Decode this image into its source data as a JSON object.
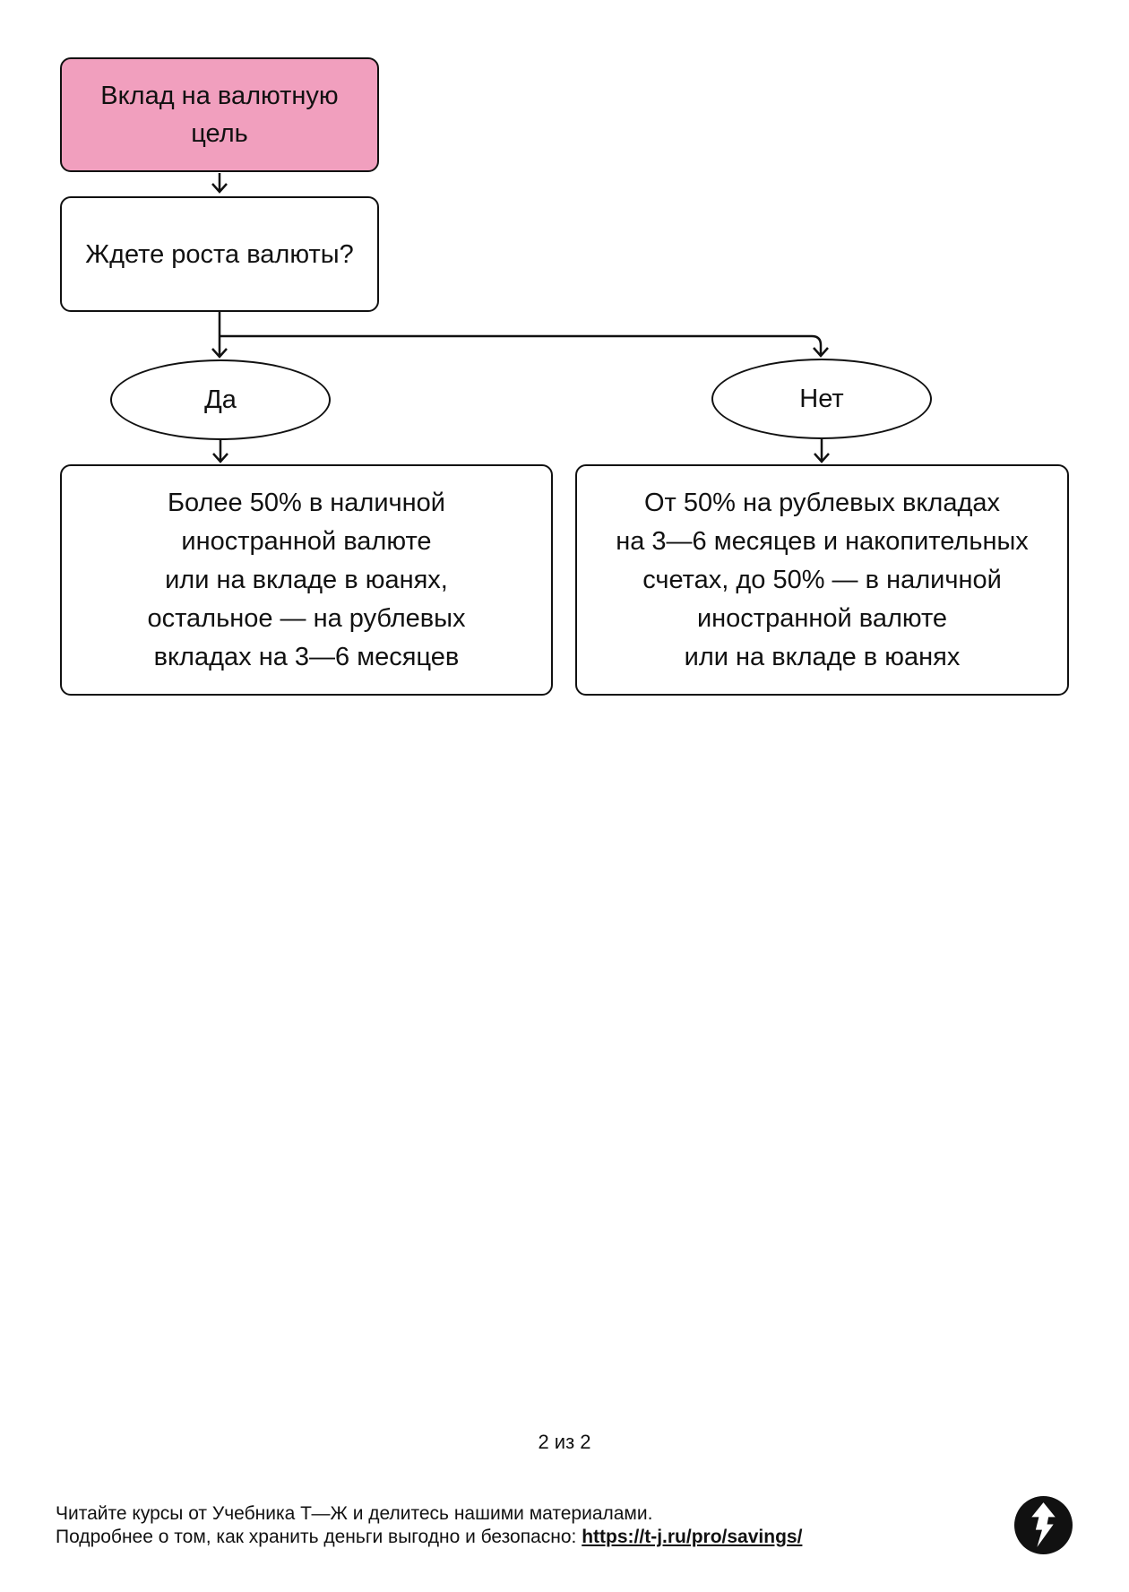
{
  "page": {
    "background": "#ffffff",
    "page_number": "2 из 2"
  },
  "flowchart": {
    "accent_pink": "#F19FBE",
    "line_color": "#111111",
    "nodes": {
      "start": {
        "label": "Вклад на валютную\nцель",
        "type": "start",
        "fill": "#F19FBE"
      },
      "question": {
        "label": "Ждете роста валюты?",
        "type": "decision",
        "fill": "#ffffff"
      },
      "yes": {
        "label": "Да",
        "type": "branch",
        "fill": "#ffffff"
      },
      "no": {
        "label": "Нет",
        "type": "branch",
        "fill": "#ffffff"
      },
      "yes_result": {
        "label": "Более 50% в наличной\nиностранной валюте\nили на вкладе в юанях,\nостальное — на рублевых\nвкладах на 3—6 месяцев",
        "type": "result",
        "fill": "#ffffff"
      },
      "no_result": {
        "label": "От 50% на рублевых вкладах\nна 3—6 месяцев и накопительных\nсчетах, до 50% — в наличной\nиностранной валюте\nили на вкладе в юанях",
        "type": "result",
        "fill": "#ffffff"
      }
    }
  },
  "footer": {
    "line1": "Читайте курсы от Учебника Т—Ж и делитесь нашими материалами.",
    "line2_prefix": "Подробнее о том, как хранить деньги выгодно и безопасно: ",
    "link_text": "https://t-j.ru/pro/savings/",
    "logo_icon": "t-j-lightning-arrow-logo"
  }
}
